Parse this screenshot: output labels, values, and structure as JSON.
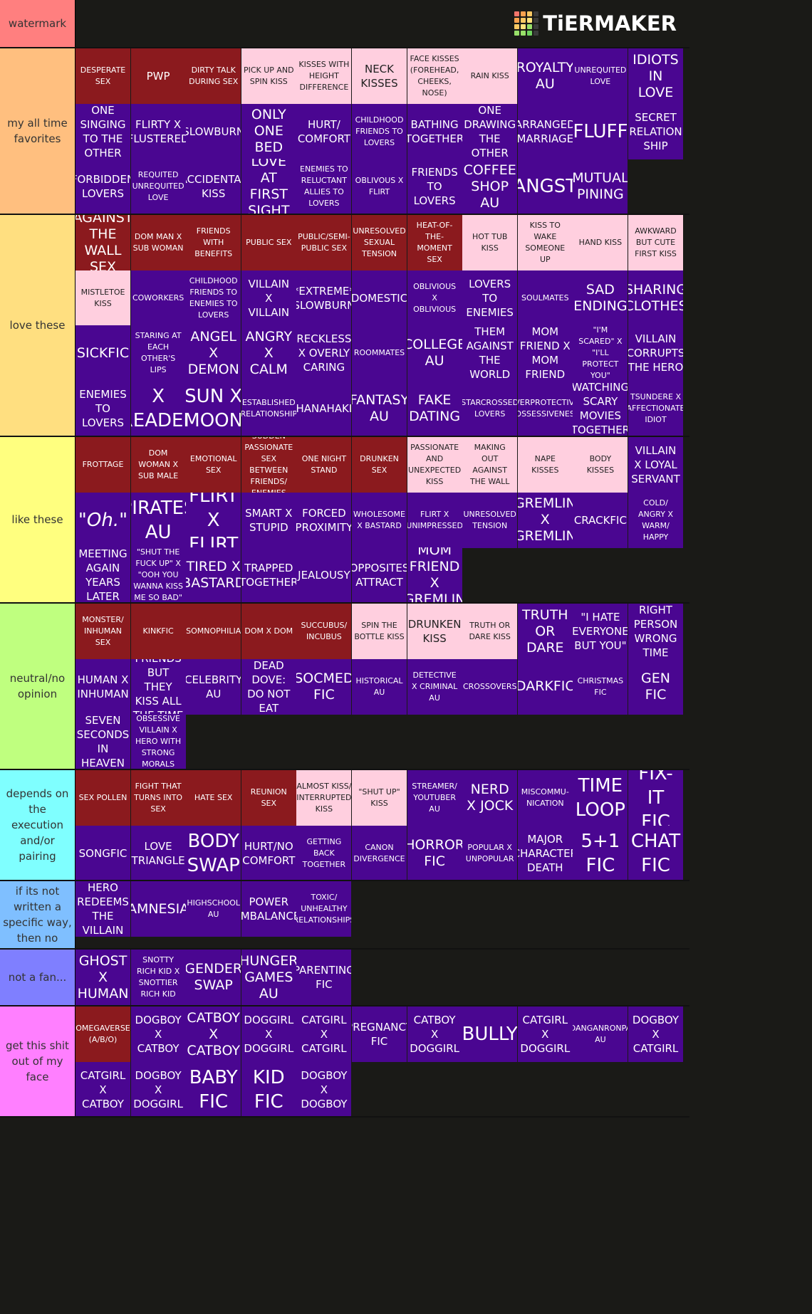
{
  "watermark": {
    "label": "watermark",
    "brand": "TiERMAKER",
    "brand_icon": "tiermaker-grid-icon",
    "grid_colors": [
      "#f2756b",
      "#f9a24e",
      "#fac863",
      "#3a3a3a",
      "#f9a24e",
      "#fac863",
      "#ffe17a",
      "#3a3a3a",
      "#fac863",
      "#ffe17a",
      "#98e069",
      "#3a3a3a",
      "#98e069",
      "#98e069",
      "#6fd35e",
      "#3a3a3a"
    ]
  },
  "palette": {
    "maroon": "#8b1a1e",
    "purple": "#4a0691",
    "pink": "#ffcfdf"
  },
  "tiers": [
    {
      "label": "my all time favorites",
      "color": "#ffbf7f",
      "items": [
        {
          "text": "DESPERATE SEX",
          "c": "maroon"
        },
        {
          "text": "PWP",
          "c": "maroon"
        },
        {
          "text": "DIRTY TALK DURING SEX",
          "c": "maroon"
        },
        {
          "text": "PICK UP AND SPIN KISS",
          "c": "pink"
        },
        {
          "text": "KISSES WITH HEIGHT DIFFERENCE",
          "c": "pink"
        },
        {
          "text": "NECK KISSES",
          "c": "pink"
        },
        {
          "text": "FACE KISSES (FOREHEAD, CHEEKS, NOSE)",
          "c": "pink"
        },
        {
          "text": "RAIN KISS",
          "c": "pink"
        },
        {
          "text": "ROYALTY AU",
          "c": "purple"
        },
        {
          "text": "UNREQUITED LOVE",
          "c": "purple"
        },
        {
          "text": "IDIOTS IN LOVE",
          "c": "purple"
        },
        {
          "text": "ONE SINGING TO THE OTHER",
          "c": "purple"
        },
        {
          "text": "FLIRTY X FLUSTERED",
          "c": "purple"
        },
        {
          "text": "SLOWBURN",
          "c": "purple"
        },
        {
          "text": "ONLY ONE BED",
          "c": "purple"
        },
        {
          "text": "HURT/ COMFORT",
          "c": "purple"
        },
        {
          "text": "CHILDHOOD FRIENDS TO LOVERS",
          "c": "purple"
        },
        {
          "text": "BATHING TOGETHER",
          "c": "purple"
        },
        {
          "text": "ONE DRAWING THE OTHER",
          "c": "purple"
        },
        {
          "text": "ARRANGED MARRIAGE",
          "c": "purple"
        },
        {
          "text": "FLUFF",
          "c": "purple"
        },
        {
          "text": "SECRET RELATION SHIP",
          "c": "purple"
        },
        {
          "text": "FORBIDDEN LOVERS",
          "c": "purple"
        },
        {
          "text": "REQUITED UNREQUITED LOVE",
          "c": "purple"
        },
        {
          "text": "ACCIDENTAL KISS",
          "c": "purple"
        },
        {
          "text": "LOVE AT FIRST SIGHT",
          "c": "purple"
        },
        {
          "text": "ENEMIES TO RELUCTANT ALLIES TO LOVERS",
          "c": "purple"
        },
        {
          "text": "OBLIVOUS X FLIRT",
          "c": "purple"
        },
        {
          "text": "FRIENDS TO LOVERS",
          "c": "purple"
        },
        {
          "text": "COFFEE SHOP AU",
          "c": "purple"
        },
        {
          "text": "ANGST",
          "c": "purple"
        },
        {
          "text": "MUTUAL PINING",
          "c": "purple"
        }
      ]
    },
    {
      "label": "love these",
      "color": "#ffdf80",
      "items": [
        {
          "text": "AGAINST THE WALL SEX",
          "c": "maroon"
        },
        {
          "text": "DOM MAN X SUB WOMAN",
          "c": "maroon"
        },
        {
          "text": "FRIENDS WITH BENEFITS",
          "c": "maroon"
        },
        {
          "text": "PUBLIC SEX",
          "c": "maroon"
        },
        {
          "text": "PUBLIC/SEMI-PUBLIC SEX",
          "c": "maroon"
        },
        {
          "text": "UNRESOLVED SEXUAL TENSION",
          "c": "maroon"
        },
        {
          "text": "HEAT-OF-THE-MOMENT SEX",
          "c": "maroon"
        },
        {
          "text": "HOT TUB KISS",
          "c": "pink"
        },
        {
          "text": "KISS TO WAKE SOMEONE UP",
          "c": "pink"
        },
        {
          "text": "HAND KISS",
          "c": "pink"
        },
        {
          "text": "AWKWARD BUT CUTE FIRST KISS",
          "c": "pink"
        },
        {
          "text": "MISTLETOE KISS",
          "c": "pink"
        },
        {
          "text": "COWORKERS",
          "c": "purple"
        },
        {
          "text": "CHILDHOOD FRIENDS TO ENEMIES TO LOVERS",
          "c": "purple"
        },
        {
          "text": "VILLAIN X VILLAIN",
          "c": "purple"
        },
        {
          "text": "*EXTREME* SLOWBURN",
          "c": "purple"
        },
        {
          "text": "DOMESTIC",
          "c": "purple"
        },
        {
          "text": "OBLIVIOUS X OBLIVIOUS",
          "c": "purple"
        },
        {
          "text": "LOVERS TO ENEMIES",
          "c": "purple"
        },
        {
          "text": "SOULMATES",
          "c": "purple"
        },
        {
          "text": "SAD ENDING",
          "c": "purple"
        },
        {
          "text": "SHARING CLOTHES",
          "c": "purple"
        },
        {
          "text": "SICKFIC",
          "c": "purple"
        },
        {
          "text": "STARING AT EACH OTHER'S LIPS",
          "c": "purple"
        },
        {
          "text": "ANGEL X DEMON",
          "c": "purple"
        },
        {
          "text": "ANGRY X CALM",
          "c": "purple"
        },
        {
          "text": "RECKLESS X OVERLY CARING",
          "c": "purple"
        },
        {
          "text": "ROOMMATES",
          "c": "purple"
        },
        {
          "text": "COLLEGE AU",
          "c": "purple"
        },
        {
          "text": "THEM AGAINST THE WORLD",
          "c": "purple"
        },
        {
          "text": "MOM FRIEND X MOM FRIEND",
          "c": "purple"
        },
        {
          "text": "\"I'M SCARED\" X \"I'LL PROTECT YOU\"",
          "c": "purple"
        },
        {
          "text": "VILLAIN CORRUPTS THE HERO",
          "c": "purple"
        },
        {
          "text": "ENEMIES TO LOVERS",
          "c": "purple"
        },
        {
          "text": "X READER",
          "c": "purple"
        },
        {
          "text": "SUN X MOON",
          "c": "purple"
        },
        {
          "text": "ESTABLISHED RELATIONSHIP",
          "c": "purple"
        },
        {
          "text": "HANAHAKI",
          "c": "purple"
        },
        {
          "text": "FANTASY AU",
          "c": "purple"
        },
        {
          "text": "FAKE DATING",
          "c": "purple"
        },
        {
          "text": "STARCROSSED LOVERS",
          "c": "purple"
        },
        {
          "text": "OVERPROTECTIVE/ POSSESSIVENESS",
          "c": "purple"
        },
        {
          "text": "WATCHING SCARY MOVIES TOGETHER",
          "c": "purple"
        },
        {
          "text": "TSUNDERE X AFFECTIONATE IDIOT",
          "c": "purple"
        }
      ]
    },
    {
      "label": "like these",
      "color": "#ffff7f",
      "items": [
        {
          "text": "FROTTAGE",
          "c": "maroon"
        },
        {
          "text": "DOM WOMAN X SUB MALE",
          "c": "maroon"
        },
        {
          "text": "EMOTIONAL SEX",
          "c": "maroon"
        },
        {
          "text": "SUDDEN PASSIONATE SEX BETWEEN FRIENDS/ ENEMIES",
          "c": "maroon"
        },
        {
          "text": "ONE NIGHT STAND",
          "c": "maroon"
        },
        {
          "text": "DRUNKEN SEX",
          "c": "maroon"
        },
        {
          "text": "PASSIONATE AND UNEXPECTED KISS",
          "c": "pink"
        },
        {
          "text": "MAKING OUT AGAINST THE WALL",
          "c": "pink"
        },
        {
          "text": "NAPE KISSES",
          "c": "pink"
        },
        {
          "text": "BODY KISSES",
          "c": "pink"
        },
        {
          "text": "VILLAIN X LOYAL SERVANT",
          "c": "purple"
        },
        {
          "text": "\"Oh.\"",
          "c": "purple"
        },
        {
          "text": "PIRATES AU",
          "c": "purple"
        },
        {
          "text": "FLIRT X FLIRT",
          "c": "purple"
        },
        {
          "text": "SMART X STUPID",
          "c": "purple"
        },
        {
          "text": "FORCED PROXIMITY",
          "c": "purple"
        },
        {
          "text": "WHOLESOME X BASTARD",
          "c": "purple"
        },
        {
          "text": "FLIRT X UNIMPRESSED",
          "c": "purple"
        },
        {
          "text": "UNRESOLVED TENSION",
          "c": "purple"
        },
        {
          "text": "GREMLIN X GREMLIN",
          "c": "purple"
        },
        {
          "text": "CRACKFIC",
          "c": "purple"
        },
        {
          "text": "COLD/ ANGRY X WARM/ HAPPY",
          "c": "purple"
        },
        {
          "text": "MEETING AGAIN YEARS LATER",
          "c": "purple"
        },
        {
          "text": "\"SHUT THE FUCK UP\" X \"OOH YOU WANNA KISS ME SO BAD\"",
          "c": "purple"
        },
        {
          "text": "TIRED X BASTARD",
          "c": "purple"
        },
        {
          "text": "TRAPPED TOGETHER",
          "c": "purple"
        },
        {
          "text": "JEALOUSY",
          "c": "purple"
        },
        {
          "text": "OPPOSITES ATTRACT",
          "c": "purple"
        },
        {
          "text": "MOM FRIEND X GREMLIN",
          "c": "purple"
        }
      ]
    },
    {
      "label": "neutral/no opinion",
      "color": "#bfff7f",
      "items": [
        {
          "text": "MONSTER/ INHUMAN SEX",
          "c": "maroon"
        },
        {
          "text": "KINKFIC",
          "c": "maroon"
        },
        {
          "text": "SOMNOPHILIA",
          "c": "maroon"
        },
        {
          "text": "DOM X DOM",
          "c": "maroon"
        },
        {
          "text": "SUCCUBUS/ INCUBUS",
          "c": "maroon"
        },
        {
          "text": "SPIN THE BOTTLE KISS",
          "c": "pink"
        },
        {
          "text": "DRUNKEN KISS",
          "c": "pink"
        },
        {
          "text": "TRUTH OR DARE KISS",
          "c": "pink"
        },
        {
          "text": "TRUTH OR DARE",
          "c": "purple"
        },
        {
          "text": "\"I HATE EVERYONE BUT YOU\"",
          "c": "purple"
        },
        {
          "text": "RIGHT PERSON WRONG TIME",
          "c": "purple"
        },
        {
          "text": "HUMAN X INHUMAN",
          "c": "purple"
        },
        {
          "text": "FRIENDS BUT THEY KISS ALL THE TIME",
          "c": "purple"
        },
        {
          "text": "CELEBRITY AU",
          "c": "purple"
        },
        {
          "text": "DEAD DOVE: DO NOT EAT",
          "c": "purple"
        },
        {
          "text": "SOCMED FIC",
          "c": "purple"
        },
        {
          "text": "HISTORICAL AU",
          "c": "purple"
        },
        {
          "text": "DETECTIVE X CRIMINAL AU",
          "c": "purple"
        },
        {
          "text": "CROSSOVERS",
          "c": "purple"
        },
        {
          "text": "DARKFIC",
          "c": "purple"
        },
        {
          "text": "CHRISTMAS FIC",
          "c": "purple"
        },
        {
          "text": "GEN FIC",
          "c": "purple"
        },
        {
          "text": "SEVEN SECONDS IN HEAVEN",
          "c": "purple"
        },
        {
          "text": "OBSESSIVE VILLAIN X HERO WITH STRONG MORALS",
          "c": "purple"
        }
      ]
    },
    {
      "label": "depends on the execution and/or pairing",
      "color": "#7fffff",
      "items": [
        {
          "text": "SEX POLLEN",
          "c": "maroon"
        },
        {
          "text": "FIGHT THAT TURNS INTO SEX",
          "c": "maroon"
        },
        {
          "text": "HATE SEX",
          "c": "maroon"
        },
        {
          "text": "REUNION SEX",
          "c": "maroon"
        },
        {
          "text": "ALMOST KISS/ INTERRUPTED KISS",
          "c": "pink"
        },
        {
          "text": "\"SHUT UP\" KISS",
          "c": "pink"
        },
        {
          "text": "STREAMER/ YOUTUBER AU",
          "c": "purple"
        },
        {
          "text": "NERD X JOCK",
          "c": "purple"
        },
        {
          "text": "MISCOMMU- NICATION",
          "c": "purple"
        },
        {
          "text": "TIME LOOP",
          "c": "purple"
        },
        {
          "text": "FIX-IT FIC",
          "c": "purple"
        },
        {
          "text": "SONGFIC",
          "c": "purple"
        },
        {
          "text": "LOVE TRIANGLE",
          "c": "purple"
        },
        {
          "text": "BODY SWAP",
          "c": "purple"
        },
        {
          "text": "HURT/NO COMFORT",
          "c": "purple"
        },
        {
          "text": "GETTING BACK TOGETHER",
          "c": "purple"
        },
        {
          "text": "CANON DIVERGENCE",
          "c": "purple"
        },
        {
          "text": "HORROR FIC",
          "c": "purple"
        },
        {
          "text": "POPULAR X UNPOPULAR",
          "c": "purple"
        },
        {
          "text": "MAJOR CHARACTER DEATH",
          "c": "purple"
        },
        {
          "text": "5+1 FIC",
          "c": "purple"
        },
        {
          "text": "CHAT FIC",
          "c": "purple"
        }
      ]
    },
    {
      "label": "if its not written a specific way, then no",
      "color": "#7fbfff",
      "items": [
        {
          "text": "HERO REDEEMS THE VILLAIN",
          "c": "purple"
        },
        {
          "text": "AMNESIA",
          "c": "purple"
        },
        {
          "text": "HIGHSCHOOL AU",
          "c": "purple"
        },
        {
          "text": "POWER IMBALANCE",
          "c": "purple"
        },
        {
          "text": "TOXIC/ UNHEALTHY RELATIONSHIPS",
          "c": "purple"
        }
      ]
    },
    {
      "label": "not a fan...",
      "color": "#7f7fff",
      "items": [
        {
          "text": "GHOST X HUMAN",
          "c": "purple"
        },
        {
          "text": "SNOTTY RICH KID X SNOTTIER RICH KID",
          "c": "purple"
        },
        {
          "text": "GENDER SWAP",
          "c": "purple"
        },
        {
          "text": "HUNGER GAMES AU",
          "c": "purple"
        },
        {
          "text": "PARENTING FIC",
          "c": "purple"
        }
      ]
    },
    {
      "label": "get this shit out of my face",
      "color": "#ff7fff",
      "items": [
        {
          "text": "OMEGAVERSE (A/B/O)",
          "c": "maroon"
        },
        {
          "text": "DOGBOY X CATBOY",
          "c": "purple"
        },
        {
          "text": "CATBOY X CATBOY",
          "c": "purple"
        },
        {
          "text": "DOGGIRL X DOGGIRL",
          "c": "purple"
        },
        {
          "text": "CATGIRL X CATGIRL",
          "c": "purple"
        },
        {
          "text": "PREGNANCY FIC",
          "c": "purple"
        },
        {
          "text": "CATBOY X DOGGIRL",
          "c": "purple"
        },
        {
          "text": "BULLY",
          "c": "purple"
        },
        {
          "text": "CATGIRL X DOGGIRL",
          "c": "purple"
        },
        {
          "text": "DANGANRONPA AU",
          "c": "purple"
        },
        {
          "text": "DOGBOY X CATGIRL",
          "c": "purple"
        },
        {
          "text": "CATGIRL X CATBOY",
          "c": "purple"
        },
        {
          "text": "DOGBOY X DOGGIRL",
          "c": "purple"
        },
        {
          "text": "BABY FIC",
          "c": "purple"
        },
        {
          "text": "KID FIC",
          "c": "purple"
        },
        {
          "text": "DOGBOY X DOGBOY",
          "c": "purple"
        }
      ]
    }
  ]
}
